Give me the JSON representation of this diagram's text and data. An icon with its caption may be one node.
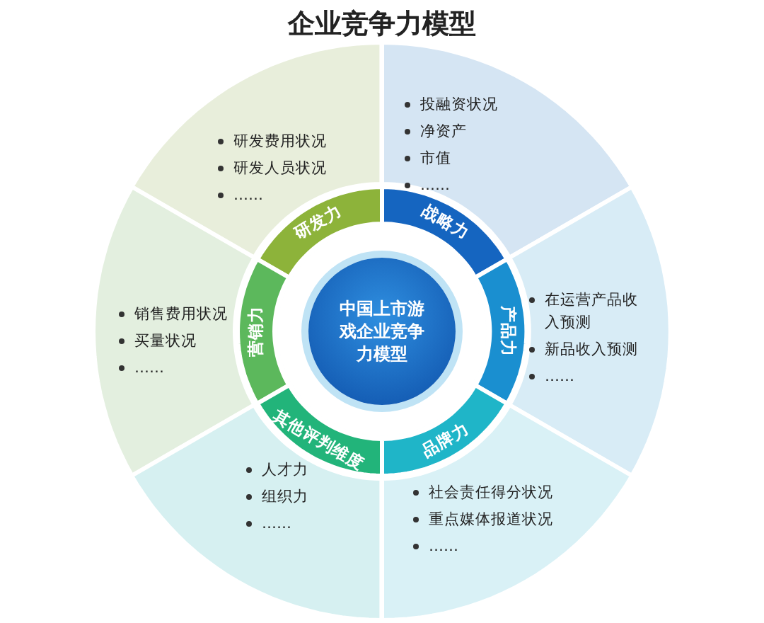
{
  "diagram": {
    "title": "企业竞争力模型",
    "nodes": [
      {
        "text": [
          "中国上市游戏企业竞争力模型"
        ]
      },
      {
        "text": [
          "研发力"
        ]
      },
      {
        "text": [
          "战略力"
        ]
      },
      {
        "text": [
          "产品力"
        ]
      },
      {
        "text": [
          "营销力"
        ]
      },
      {
        "text": [
          "其他评判维度"
        ]
      },
      {
        "text": [
          "品牌力"
        ]
      },
      {
        "text": [
          "研发费用状况",
          "研发人员状况",
          "……"
        ]
      },
      {
        "text": [
          "投融资状况",
          "净资产",
          "市值",
          "……"
        ]
      },
      {
        "text": [
          "在运营产品收入预测",
          "新品收入预测",
          "……"
        ]
      },
      {
        "text": [
          "销售费用状况",
          "买量状况",
          "……"
        ]
      },
      {
        "text": [
          "人才力",
          "组织力",
          "……"
        ]
      },
      {
        "text": [
          "社会责任得分状况",
          "重点媒体报道状况",
          "……"
        ]
      }
    ]
  }
}
